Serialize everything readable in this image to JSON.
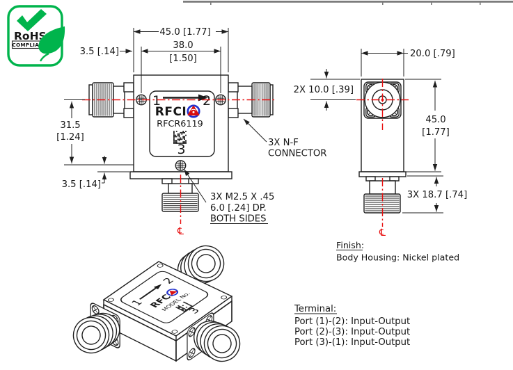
{
  "rohs": {
    "title": "RoHS",
    "subtitle": "COMPLIANT"
  },
  "front_view": {
    "dim_overall_width": "45.0 [1.77]",
    "dim_screw_width_mm": "38.0",
    "dim_screw_width_in": "[1.50]",
    "dim_edge_offset_top": "3.5 [.14]",
    "dim_center_height_mm": "31.5",
    "dim_center_height_in": "[1.24]",
    "dim_edge_offset_bottom": "3.5 [.14]",
    "centerline_symbol": "℄",
    "label": {
      "port1": "1",
      "port2": "2",
      "port3": "3",
      "brand": "RFCI",
      "model": "RFCR6119"
    },
    "callout_connector_line1": "3X N-F",
    "callout_connector_line2": "CONNECTOR",
    "callout_screws_line1": "3X M2.5 X .45",
    "callout_screws_line2": "6.0 [.24] DP.",
    "callout_screws_line3": "BOTH SIDES"
  },
  "side_view": {
    "dim_width": "20.0 [.79]",
    "dim_center_offset": "2X 10.0 [.39]",
    "dim_height_mm": "45.0",
    "dim_height_in": "[1.77]",
    "dim_connector_length": "3X 18.7 [.74]",
    "centerline_symbol": "℄"
  },
  "iso_view": {
    "label": {
      "port1": "1",
      "port2": "2",
      "port3": "3",
      "brand": "RFCI",
      "model": "MODEL No."
    }
  },
  "notes": {
    "finish_heading": "Finish:",
    "finish_body": "Body Housing: Nickel plated",
    "terminal_heading": "Terminal:",
    "terminal_lines": [
      "Port (1)-(2): Input-Output",
      "Port (2)-(3): Input-Output",
      "Port (3)-(1): Input-Output"
    ]
  },
  "colors": {
    "line": "#1f1f1f",
    "centerline_red": "#e81010",
    "rohs_green": "#00b44c",
    "logo_blue": "#2030cf",
    "logo_red": "#d90f0f",
    "border_gray": "#7c7c7c"
  }
}
